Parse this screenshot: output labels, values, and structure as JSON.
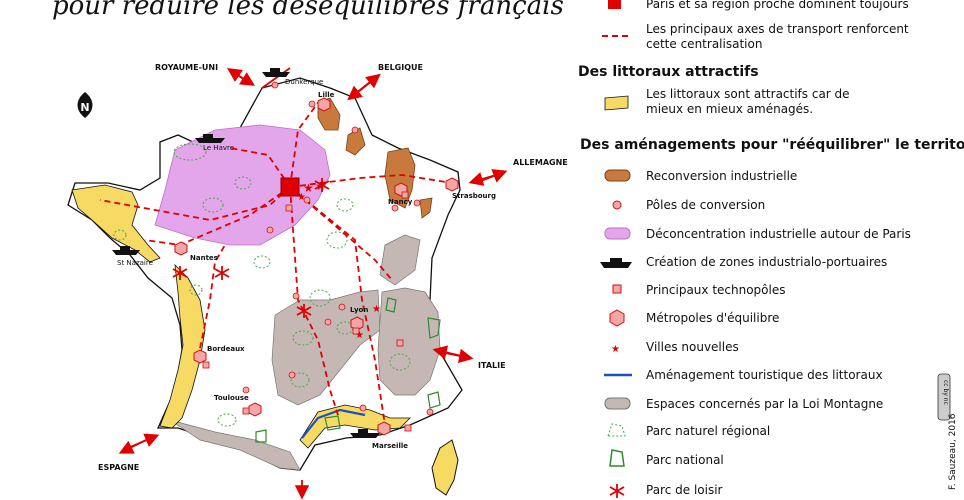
{
  "title": "pour réduire les déséquilibres français",
  "countries": {
    "uk": "ROYAUME-UNI",
    "belgium": "BELGIQUE",
    "germany": "ALLEMAGNE",
    "italy": "ITALIE",
    "spain": "ESPAGNE"
  },
  "cities": {
    "dunkerque": "Dunkerque",
    "lille": "Lille",
    "le_havre": "Le Havre",
    "nancy": "Nancy",
    "strasbourg": "Strasbourg",
    "nantes": "Nantes",
    "st_nazaire": "St Nazaire",
    "lyon": "Lyon",
    "bordeaux": "Bordeaux",
    "toulouse": "Toulouse",
    "marseille": "Marseille"
  },
  "north_symbol": "N",
  "legend": {
    "items_top": [
      {
        "icon": "red-square",
        "text1": "Paris et sa région proche dominent toujours",
        "text2": ""
      },
      {
        "icon": "red-dashed-line",
        "text1": "Les principaux axes de transport renforcent",
        "text2": "cette centralisation"
      }
    ],
    "section_littoraux": "Des littoraux attractifs",
    "littoraux_item": {
      "icon": "yellow-band",
      "text1": "Les littoraux sont attractifs car de",
      "text2": "mieux en mieux aménagés."
    },
    "section_amenagements": "Des aménagements pour \"rééquilibrer\" le territoire",
    "items": [
      {
        "icon": "brown-area",
        "text": "Reconversion industrielle"
      },
      {
        "icon": "small-circle",
        "text": "Pôles de conversion"
      },
      {
        "icon": "violet-area",
        "text": "Déconcentration industrielle autour de Paris"
      },
      {
        "icon": "ship-icon",
        "text": "Création de  zones industrialo-portuaires"
      },
      {
        "icon": "small-square",
        "text": "Principaux technopôles"
      },
      {
        "icon": "hexagon",
        "text": "Métropoles d'équilibre"
      },
      {
        "icon": "small-star",
        "text": "Villes nouvelles"
      },
      {
        "icon": "blue-line",
        "text": "Aménagement touristique des littoraux"
      },
      {
        "icon": "grey-area",
        "text": "Espaces concernés par la Loi Montagne"
      },
      {
        "icon": "dotted-green",
        "text": "Parc naturel régional"
      },
      {
        "icon": "green-outline",
        "text": "Parc national"
      },
      {
        "icon": "red-star",
        "text": "Parc de loisir"
      }
    ]
  },
  "credit": "F. Sauzeau, 2016",
  "license_badge": "cc by nc"
}
